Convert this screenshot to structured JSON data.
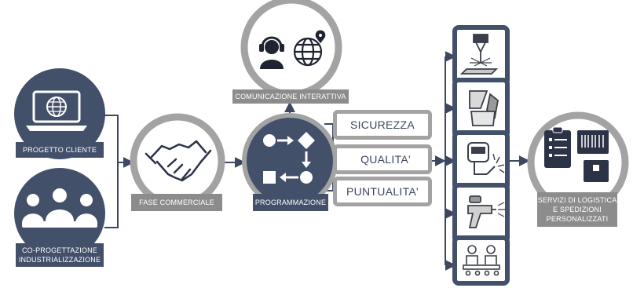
{
  "labels": {
    "progetto_cliente": "PROGETTO CLIENTE",
    "co_progettazione_line1": "CO-PROGETTAZIONE",
    "co_progettazione_line2": "INDUSTRIALIZZAZIONE",
    "fase_commerciale": "FASE COMMERCIALE",
    "comunicazione_interattiva": "COMUNICAZIONE INTERATTIVA",
    "programmazione": "PROGRAMMAZIONE",
    "servizi_line1": "SERVIZI DI LOGISTICA",
    "servizi_line2": "E SPEDIZIONI",
    "servizi_line3": "PERSONALIZZATI"
  },
  "values": {
    "sicurezza": "SICUREZZA",
    "qualita": "QUALITA'",
    "puntualita": "PUNTUALITA'"
  },
  "icons": [
    "laptop-globe-icon",
    "people-group-icon",
    "handshake-icon",
    "headset-icon",
    "globe-pin-icon",
    "workflow-icon",
    "laser-cutting-icon",
    "press-brake-icon",
    "welding-icon",
    "spray-gun-icon",
    "assembly-workers-icon",
    "logistics-icon"
  ],
  "colors": {
    "navy": "#43506a",
    "grey": "#a3a3a3",
    "dark": "#323c52"
  }
}
